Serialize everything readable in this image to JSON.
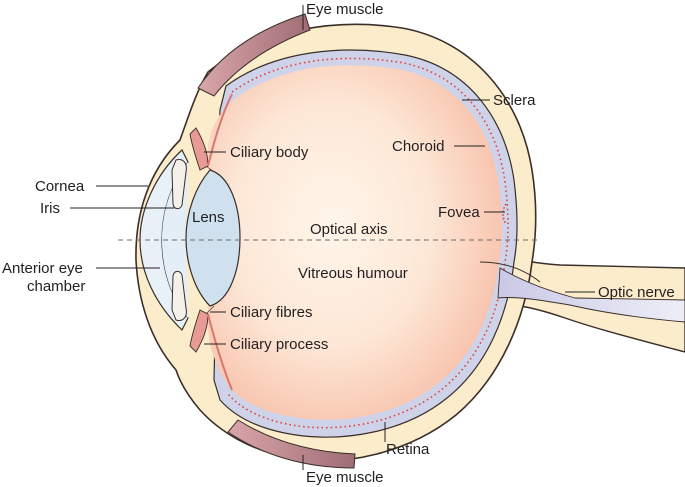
{
  "labels": {
    "eye_muscle_top": "Eye muscle",
    "eye_muscle_bottom": "Eye muscle",
    "sclera": "Sclera",
    "choroid": "Choroid",
    "fovea": "Fovea",
    "optic_nerve": "Optic nerve",
    "retina": "Retina",
    "ciliary_body": "Ciliary body",
    "cornea": "Cornea",
    "iris": "Iris",
    "lens": "Lens",
    "optical_axis": "Optical axis",
    "anterior_eye_chamber_line1": "Anterior eye",
    "anterior_eye_chamber_line2": "chamber",
    "vitreous_humour": "Vitreous humour",
    "ciliary_fibres": "Ciliary fibres",
    "ciliary_process": "Ciliary process"
  },
  "colors": {
    "sclera_fill": "#fbeccb",
    "outline": "#3a2e2a",
    "vitreous_center": "#fff6ea",
    "vitreous_edge": "#f9c4ad",
    "choroid": "#cfd3ea",
    "retina_dots": "#e0443c",
    "cornea_fill": "#e8f1f8",
    "lens_fill": "#cfe1ef",
    "muscle": "#c98f94",
    "ciliary": "#e89a94",
    "optic_nerve": "#dcdcef"
  }
}
